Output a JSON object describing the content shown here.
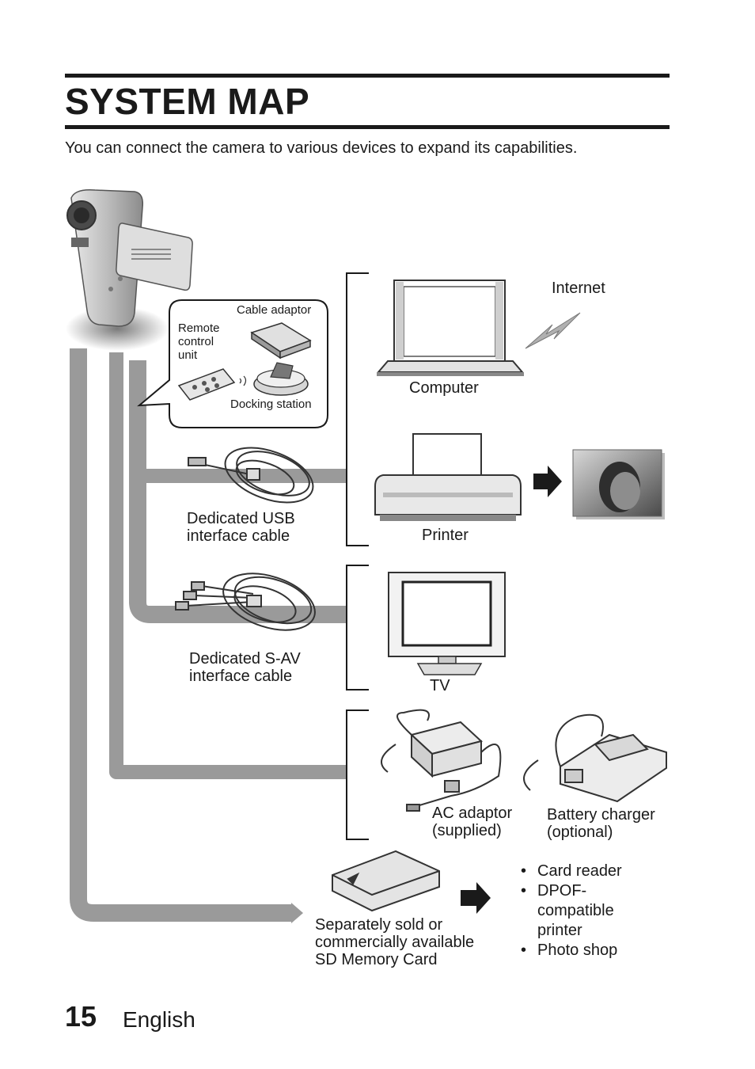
{
  "header": {
    "title": "SYSTEM MAP",
    "intro": "You can connect the camera to various devices to expand its capabilities."
  },
  "accessories_callout": {
    "cable_adaptor": "Cable adaptor",
    "remote_control": "Remote\ncontrol\nunit",
    "docking_station": "Docking station"
  },
  "devices": {
    "internet": "Internet",
    "computer": "Computer",
    "printer": "Printer",
    "tv": "TV",
    "usb_cable": "Dedicated USB\ninterface cable",
    "sav_cable": "Dedicated S-AV\ninterface cable",
    "ac_adaptor": "AC adaptor\n(supplied)",
    "battery_charger": "Battery charger\n(optional)",
    "sd_card": "Separately sold or\ncommercially available\nSD Memory Card"
  },
  "sd_uses": [
    "Card reader",
    "DPOF-\ncompatible\nprinter",
    "Photo shop"
  ],
  "footer": {
    "page_number": "15",
    "language": "English"
  },
  "colors": {
    "connector_gray": "#9a9a9a",
    "text": "#1a1a1a",
    "rule": "#1a1a1a"
  }
}
